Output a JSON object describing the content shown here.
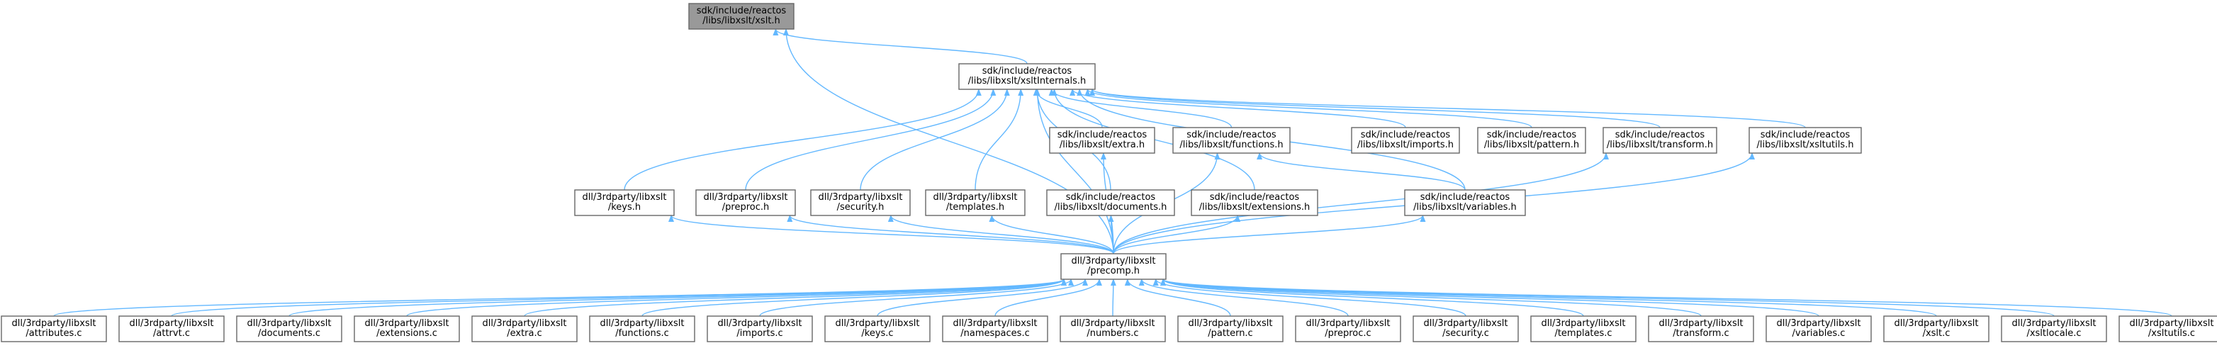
{
  "nodes": [
    {
      "id": "xslt_h",
      "lines": [
        "sdk/include/reactos",
        "/libs/libxslt/xslt.h"
      ],
      "root": true
    },
    {
      "id": "xsltInternals_h",
      "lines": [
        "sdk/include/reactos",
        "/libs/libxslt/xsltInternals.h"
      ]
    },
    {
      "id": "extra_h",
      "lines": [
        "sdk/include/reactos",
        "/libs/libxslt/extra.h"
      ]
    },
    {
      "id": "functions_h",
      "lines": [
        "sdk/include/reactos",
        "/libs/libxslt/functions.h"
      ]
    },
    {
      "id": "imports_h",
      "lines": [
        "sdk/include/reactos",
        "/libs/libxslt/imports.h"
      ]
    },
    {
      "id": "pattern_h",
      "lines": [
        "sdk/include/reactos",
        "/libs/libxslt/pattern.h"
      ]
    },
    {
      "id": "transform_h",
      "lines": [
        "sdk/include/reactos",
        "/libs/libxslt/transform.h"
      ]
    },
    {
      "id": "xsltutils_h",
      "lines": [
        "sdk/include/reactos",
        "/libs/libxslt/xsltutils.h"
      ]
    },
    {
      "id": "keys_h",
      "lines": [
        "dll/3rdparty/libxslt",
        "/keys.h"
      ]
    },
    {
      "id": "preproc_h",
      "lines": [
        "dll/3rdparty/libxslt",
        "/preproc.h"
      ]
    },
    {
      "id": "security_h",
      "lines": [
        "dll/3rdparty/libxslt",
        "/security.h"
      ]
    },
    {
      "id": "templates_h",
      "lines": [
        "dll/3rdparty/libxslt",
        "/templates.h"
      ]
    },
    {
      "id": "documents_h",
      "lines": [
        "sdk/include/reactos",
        "/libs/libxslt/documents.h"
      ]
    },
    {
      "id": "extensions_h",
      "lines": [
        "sdk/include/reactos",
        "/libs/libxslt/extensions.h"
      ]
    },
    {
      "id": "variables_h",
      "lines": [
        "sdk/include/reactos",
        "/libs/libxslt/variables.h"
      ]
    },
    {
      "id": "precomp_h",
      "lines": [
        "dll/3rdparty/libxslt",
        "/precomp.h"
      ]
    },
    {
      "id": "attributes_c",
      "lines": [
        "dll/3rdparty/libxslt",
        "/attributes.c"
      ]
    },
    {
      "id": "attrvt_c",
      "lines": [
        "dll/3rdparty/libxslt",
        "/attrvt.c"
      ]
    },
    {
      "id": "documents_c",
      "lines": [
        "dll/3rdparty/libxslt",
        "/documents.c"
      ]
    },
    {
      "id": "extensions_c",
      "lines": [
        "dll/3rdparty/libxslt",
        "/extensions.c"
      ]
    },
    {
      "id": "extra_c",
      "lines": [
        "dll/3rdparty/libxslt",
        "/extra.c"
      ]
    },
    {
      "id": "functions_c",
      "lines": [
        "dll/3rdparty/libxslt",
        "/functions.c"
      ]
    },
    {
      "id": "imports_c",
      "lines": [
        "dll/3rdparty/libxslt",
        "/imports.c"
      ]
    },
    {
      "id": "keys_c",
      "lines": [
        "dll/3rdparty/libxslt",
        "/keys.c"
      ]
    },
    {
      "id": "namespaces_c",
      "lines": [
        "dll/3rdparty/libxslt",
        "/namespaces.c"
      ]
    },
    {
      "id": "numbers_c",
      "lines": [
        "dll/3rdparty/libxslt",
        "/numbers.c"
      ]
    },
    {
      "id": "pattern_c",
      "lines": [
        "dll/3rdparty/libxslt",
        "/pattern.c"
      ]
    },
    {
      "id": "preproc_c",
      "lines": [
        "dll/3rdparty/libxslt",
        "/preproc.c"
      ]
    },
    {
      "id": "security_c",
      "lines": [
        "dll/3rdparty/libxslt",
        "/security.c"
      ]
    },
    {
      "id": "templates_c",
      "lines": [
        "dll/3rdparty/libxslt",
        "/templates.c"
      ]
    },
    {
      "id": "transform_c",
      "lines": [
        "dll/3rdparty/libxslt",
        "/transform.c"
      ]
    },
    {
      "id": "variables_c",
      "lines": [
        "dll/3rdparty/libxslt",
        "/variables.c"
      ]
    },
    {
      "id": "xslt_c",
      "lines": [
        "dll/3rdparty/libxslt",
        "/xslt.c"
      ]
    },
    {
      "id": "xsltlocale_c",
      "lines": [
        "dll/3rdparty/libxslt",
        "/xsltlocale.c"
      ]
    },
    {
      "id": "xsltutils_c",
      "lines": [
        "dll/3rdparty/libxslt",
        "/xsltutils.c"
      ]
    }
  ],
  "edges": [
    [
      "xsltInternals_h",
      "xslt_h"
    ],
    [
      "precomp_h",
      "xslt_h"
    ],
    [
      "extra_h",
      "xsltInternals_h"
    ],
    [
      "functions_h",
      "xsltInternals_h"
    ],
    [
      "imports_h",
      "xsltInternals_h"
    ],
    [
      "pattern_h",
      "xsltInternals_h"
    ],
    [
      "transform_h",
      "xsltInternals_h"
    ],
    [
      "xsltutils_h",
      "xsltInternals_h"
    ],
    [
      "keys_h",
      "xsltInternals_h"
    ],
    [
      "preproc_h",
      "xsltInternals_h"
    ],
    [
      "security_h",
      "xsltInternals_h"
    ],
    [
      "templates_h",
      "xsltInternals_h"
    ],
    [
      "documents_h",
      "xsltInternals_h"
    ],
    [
      "extensions_h",
      "xsltInternals_h"
    ],
    [
      "variables_h",
      "xsltInternals_h"
    ],
    [
      "precomp_h",
      "xsltInternals_h"
    ],
    [
      "variables_h",
      "functions_h"
    ],
    [
      "precomp_h",
      "extra_h"
    ],
    [
      "precomp_h",
      "functions_h"
    ],
    [
      "precomp_h",
      "transform_h"
    ],
    [
      "precomp_h",
      "xsltutils_h"
    ],
    [
      "precomp_h",
      "keys_h"
    ],
    [
      "precomp_h",
      "preproc_h"
    ],
    [
      "precomp_h",
      "security_h"
    ],
    [
      "precomp_h",
      "templates_h"
    ],
    [
      "precomp_h",
      "documents_h"
    ],
    [
      "precomp_h",
      "extensions_h"
    ],
    [
      "precomp_h",
      "variables_h"
    ],
    [
      "attributes_c",
      "precomp_h"
    ],
    [
      "attrvt_c",
      "precomp_h"
    ],
    [
      "documents_c",
      "precomp_h"
    ],
    [
      "extensions_c",
      "precomp_h"
    ],
    [
      "extra_c",
      "precomp_h"
    ],
    [
      "functions_c",
      "precomp_h"
    ],
    [
      "imports_c",
      "precomp_h"
    ],
    [
      "keys_c",
      "precomp_h"
    ],
    [
      "namespaces_c",
      "precomp_h"
    ],
    [
      "numbers_c",
      "precomp_h"
    ],
    [
      "pattern_c",
      "precomp_h"
    ],
    [
      "preproc_c",
      "precomp_h"
    ],
    [
      "security_c",
      "precomp_h"
    ],
    [
      "templates_c",
      "precomp_h"
    ],
    [
      "transform_c",
      "precomp_h"
    ],
    [
      "variables_c",
      "precomp_h"
    ],
    [
      "xslt_c",
      "precomp_h"
    ],
    [
      "xsltlocale_c",
      "precomp_h"
    ],
    [
      "xsltutils_c",
      "precomp_h"
    ]
  ],
  "colors": {
    "edge": "#63b8ff",
    "node_border": "#666666",
    "root_fill": "#999999",
    "node_fill": "#ffffff"
  }
}
